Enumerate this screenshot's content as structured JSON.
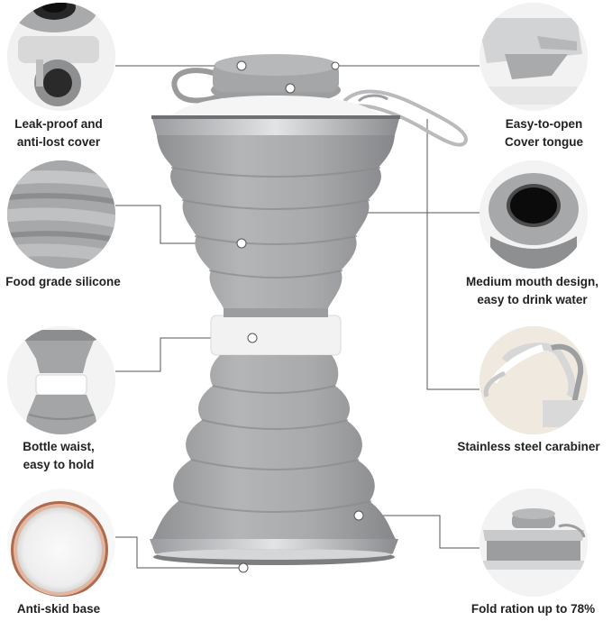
{
  "features": {
    "leak_proof": {
      "line1": "Leak-proof and",
      "line2": "anti-lost cover"
    },
    "food_grade": {
      "line1": "Food grade silicone"
    },
    "bottle_waist": {
      "line1": "Bottle waist,",
      "line2": "easy to hold"
    },
    "anti_skid": {
      "line1": "Anti-skid base"
    },
    "easy_open": {
      "line1": "Easy-to-open",
      "line2": "Cover tongue"
    },
    "medium_mouth": {
      "line1": "Medium mouth design,",
      "line2": "easy to drink water"
    },
    "carabiner": {
      "line1": "Stainless steel carabiner"
    },
    "fold": {
      "line1": "Fold ration up to 78%"
    }
  },
  "colors": {
    "silicone": "#a9aaac",
    "silicone_dark": "#8f9092",
    "steel": "#c8c9cb",
    "band": "#f3f3f3",
    "leader_line": "#555555",
    "text": "#222222"
  }
}
